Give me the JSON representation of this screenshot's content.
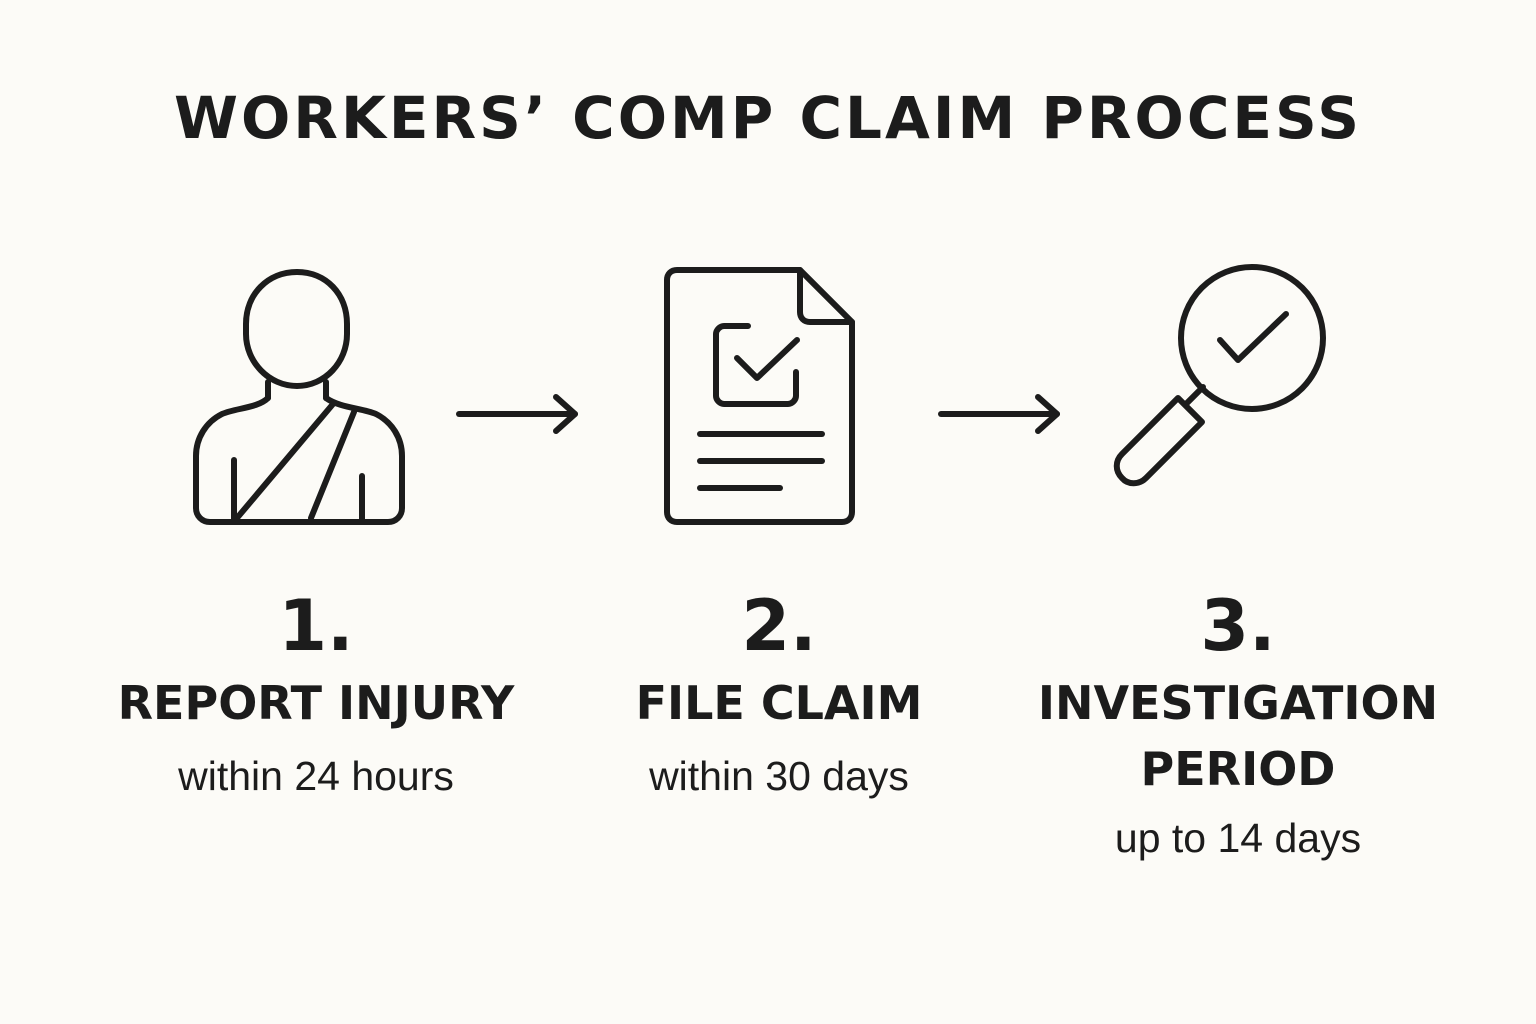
{
  "title": "WORKERS’ COMP CLAIM PROCESS",
  "colors": {
    "background": "#fcfbf7",
    "ink": "#1c1c1c"
  },
  "steps": [
    {
      "number": "1.",
      "label": "REPORT INJURY",
      "timeframe": "within 24 hours",
      "icon": "injured-person-sling-icon"
    },
    {
      "number": "2.",
      "label": "FILE CLAIM",
      "timeframe": "within 30 days",
      "icon": "claim-document-checkbox-icon"
    },
    {
      "number": "3.",
      "label": "INVESTIGATION PERIOD",
      "timeframe": "up to 14 days",
      "icon": "magnifying-glass-check-icon"
    }
  ],
  "connectors": [
    "arrow-right-icon",
    "arrow-right-icon"
  ]
}
